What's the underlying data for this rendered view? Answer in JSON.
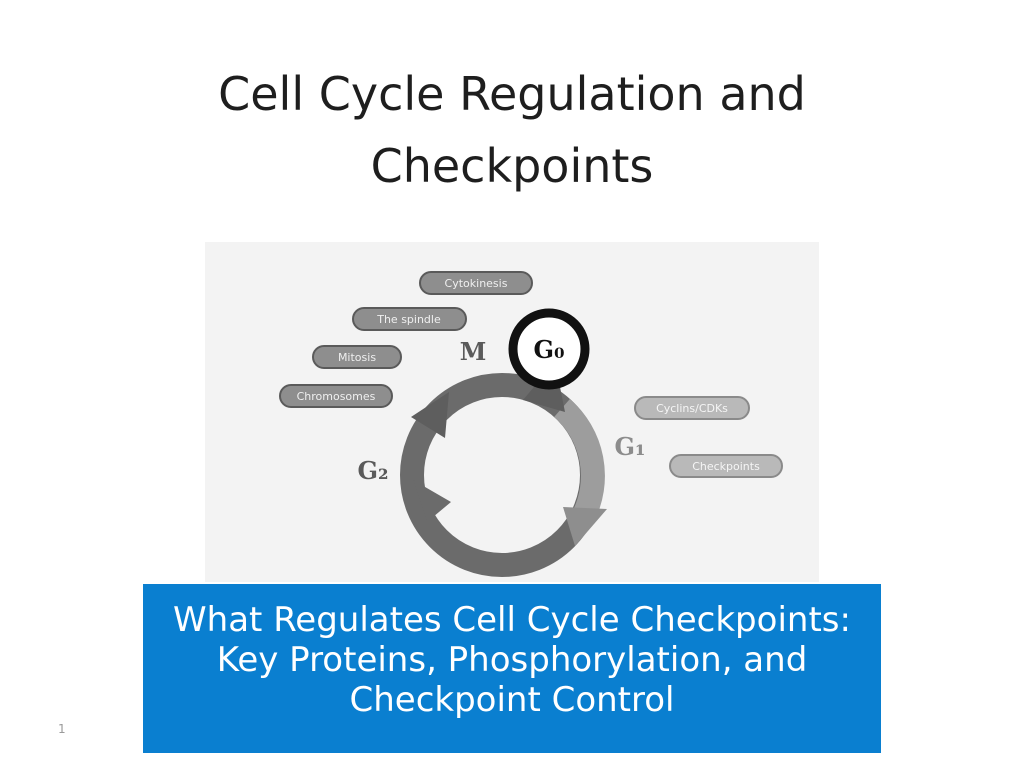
{
  "slide": {
    "title_line1": "Cell Cycle Regulation and",
    "title_line2": "Checkpoints",
    "number": "1"
  },
  "diagram": {
    "phases": {
      "g0": "G₀",
      "m": "M",
      "g1": "G₁",
      "g2": "G₂"
    },
    "labels_left": [
      "Cytokinesis",
      "The spindle",
      "Mitosis",
      "Chromosomes"
    ],
    "labels_right": [
      "Cyclins/CDKs",
      "Checkpoints"
    ]
  },
  "banner": {
    "text": "What Regulates Cell Cycle Checkpoints: Key Proteins, Phosphorylation, and Checkpoint Control"
  },
  "colors": {
    "banner_bg": "#0a7fd0",
    "title_text": "#1e1e1e",
    "banner_text": "#ffffff"
  }
}
